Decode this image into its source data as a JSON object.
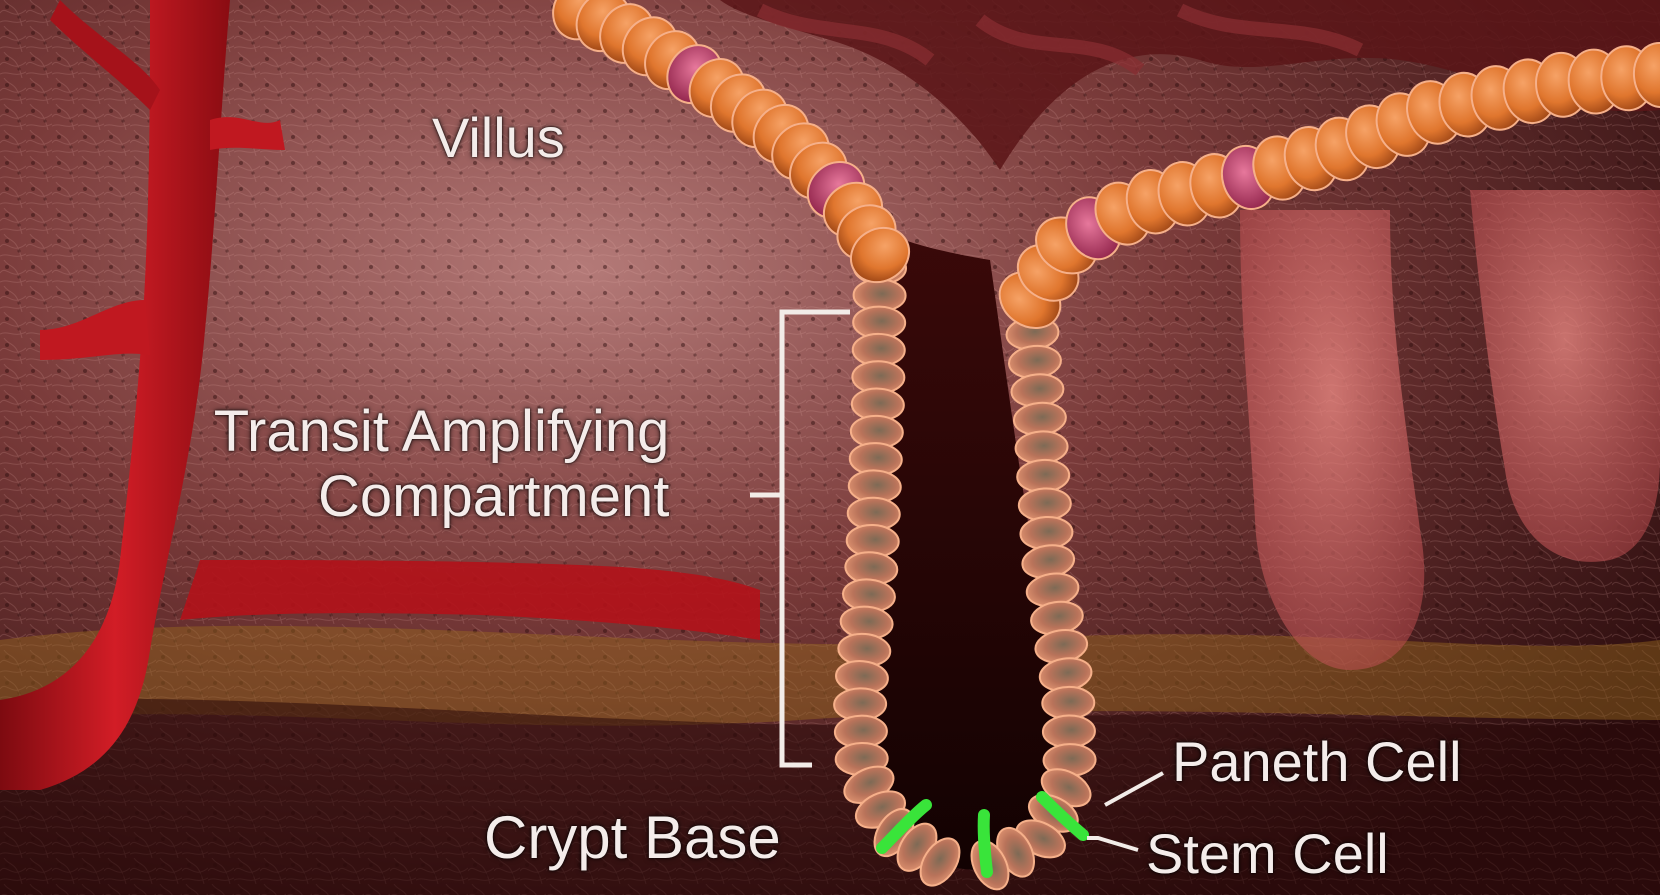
{
  "labels": {
    "villus": "Villus",
    "transit_line1": "Transit Amplifying",
    "transit_line2": "Compartment",
    "crypt_base": "Crypt Base",
    "paneth_cell": "Paneth Cell",
    "stem_cell": "Stem Cell"
  },
  "colors": {
    "background": "#3a1414",
    "blood_vessel": "#b3121a",
    "cell_orange": "#e0762e",
    "crypt_cell": "#c9704a",
    "paneth_pink": "#c4406e",
    "stem_highlight": "#39e43a",
    "label_text": "#f4ecea"
  }
}
